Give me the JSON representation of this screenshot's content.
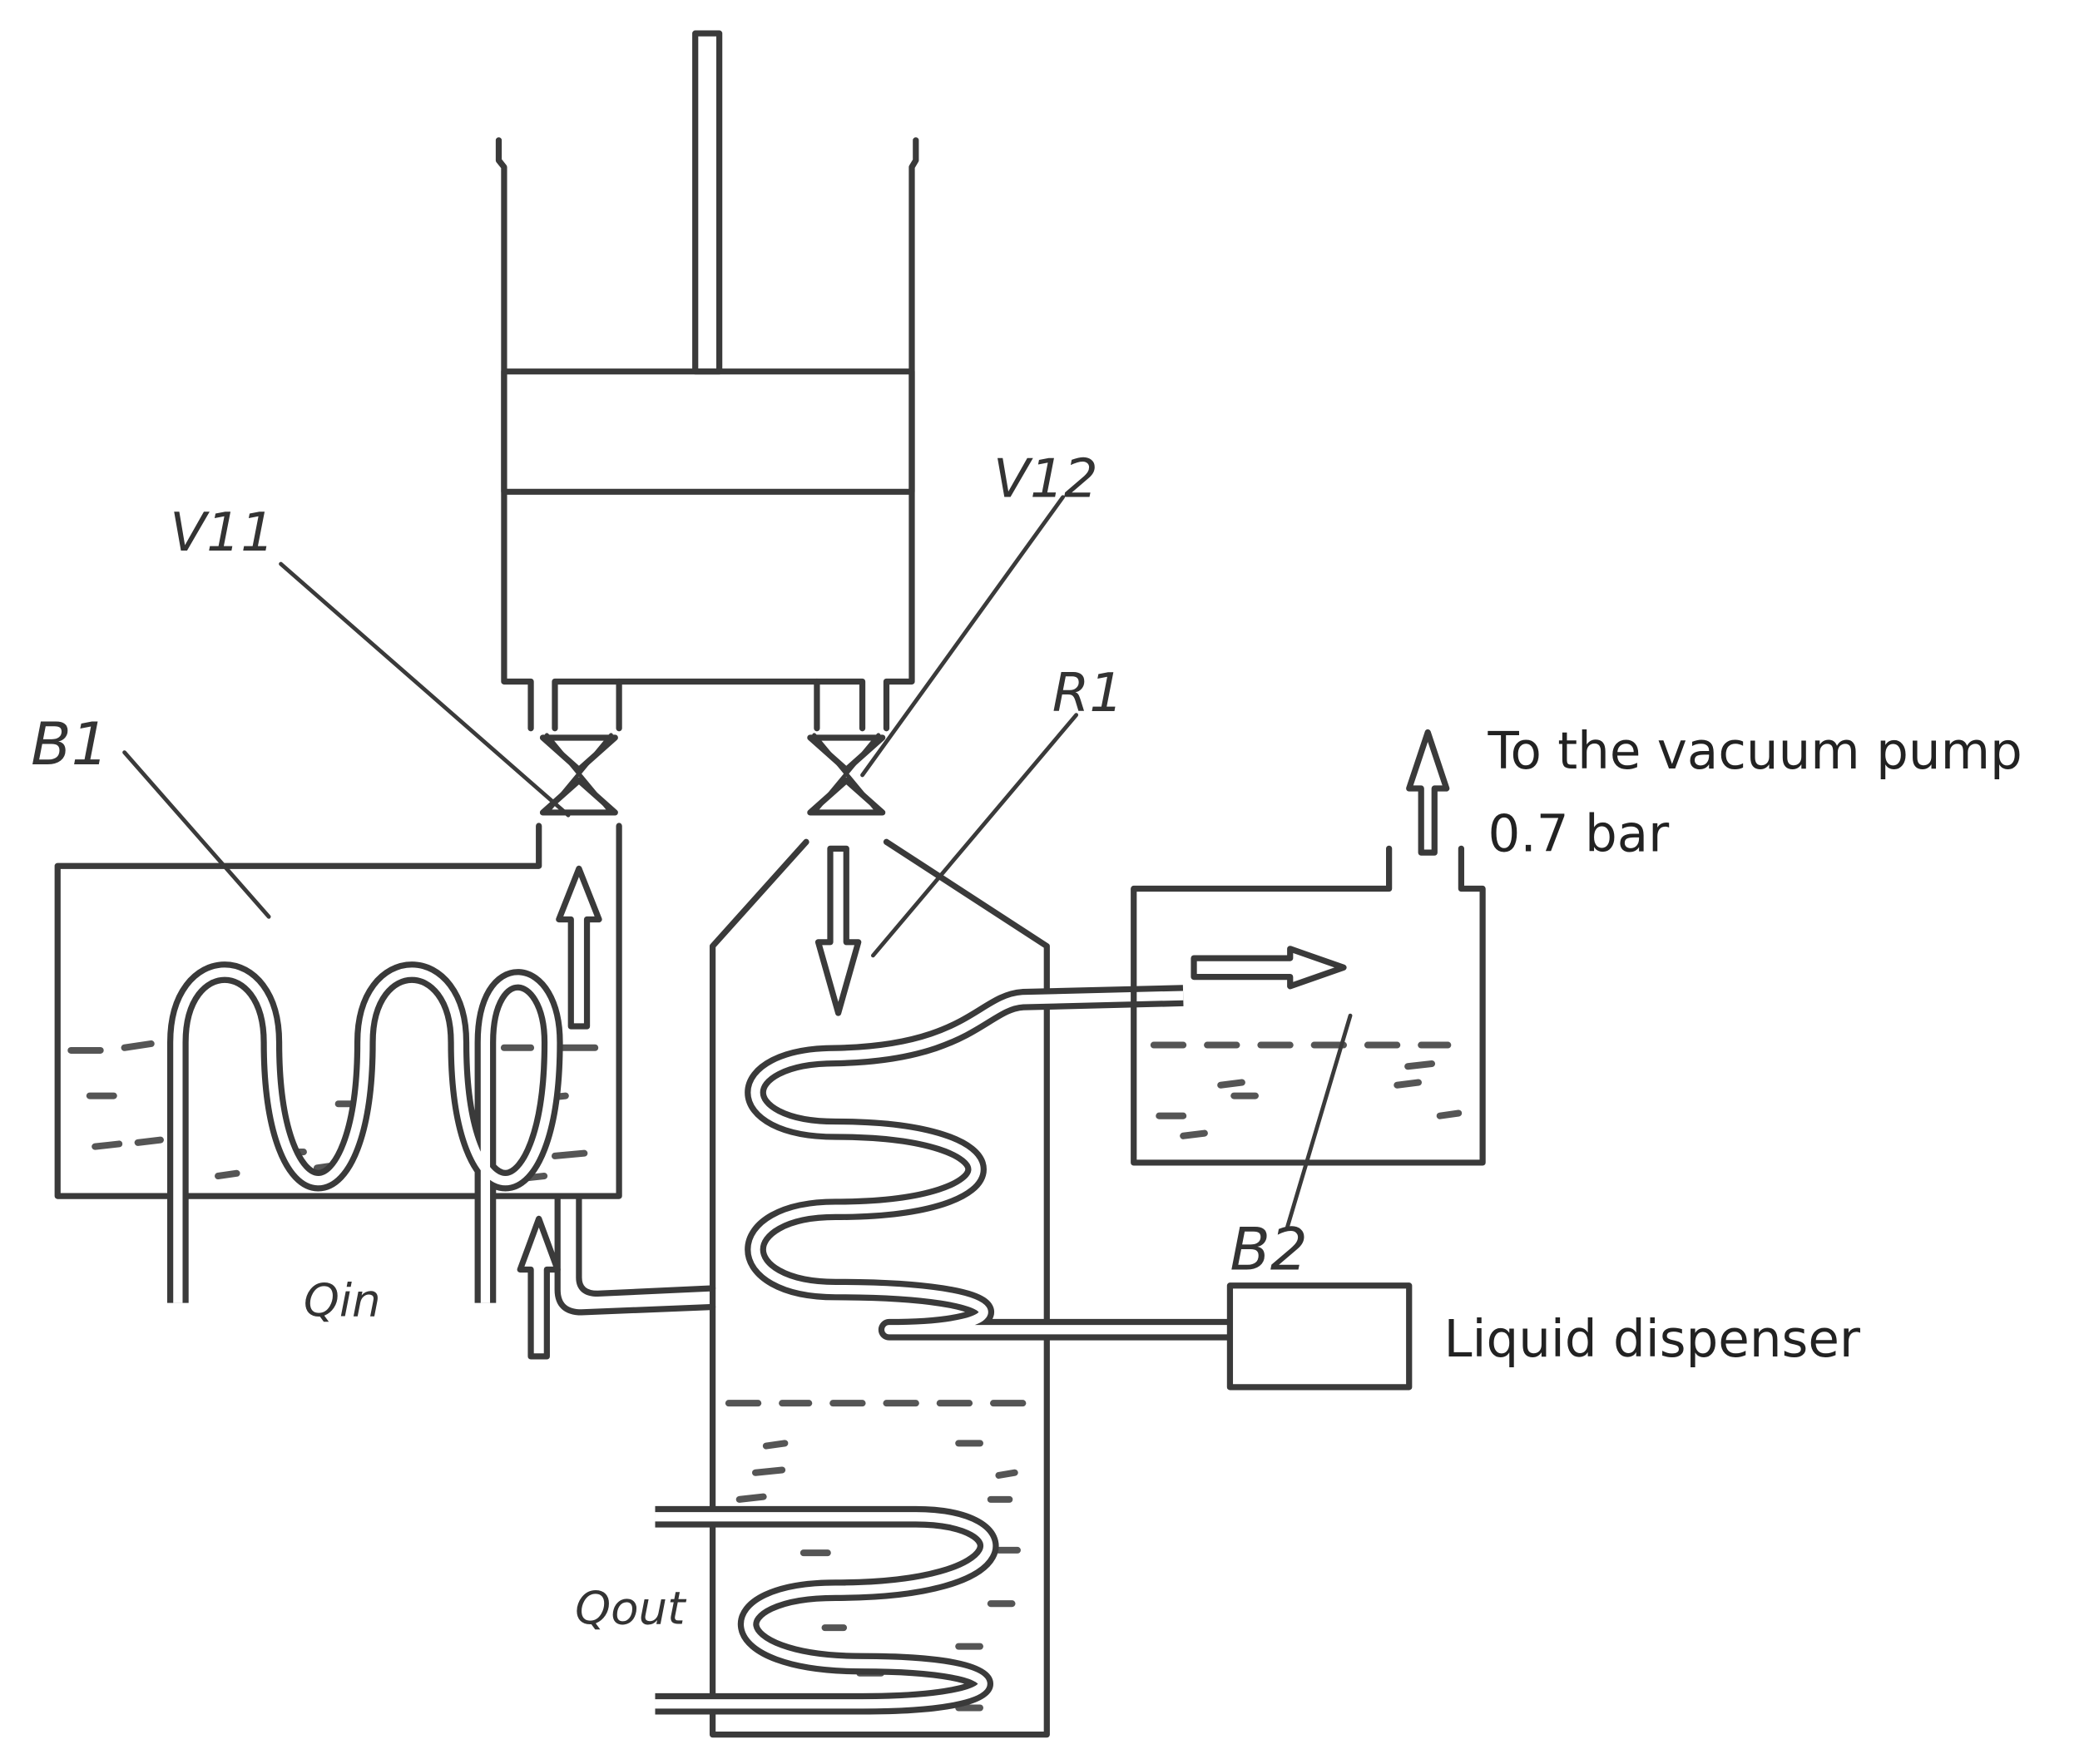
{
  "labels": {
    "b1": "B1",
    "v11": "V11",
    "v12": "V12",
    "r1": "R1",
    "b2": "B2",
    "q_in": "Qin",
    "q_out": "Qout",
    "vacuum_line1": "To the vacuum pump",
    "vacuum_line2": "0.7 bar",
    "dispenser": "Liquid dispenser"
  },
  "colors": {
    "line": "#3a3a3a",
    "text": "#222222",
    "background": "#ffffff"
  }
}
